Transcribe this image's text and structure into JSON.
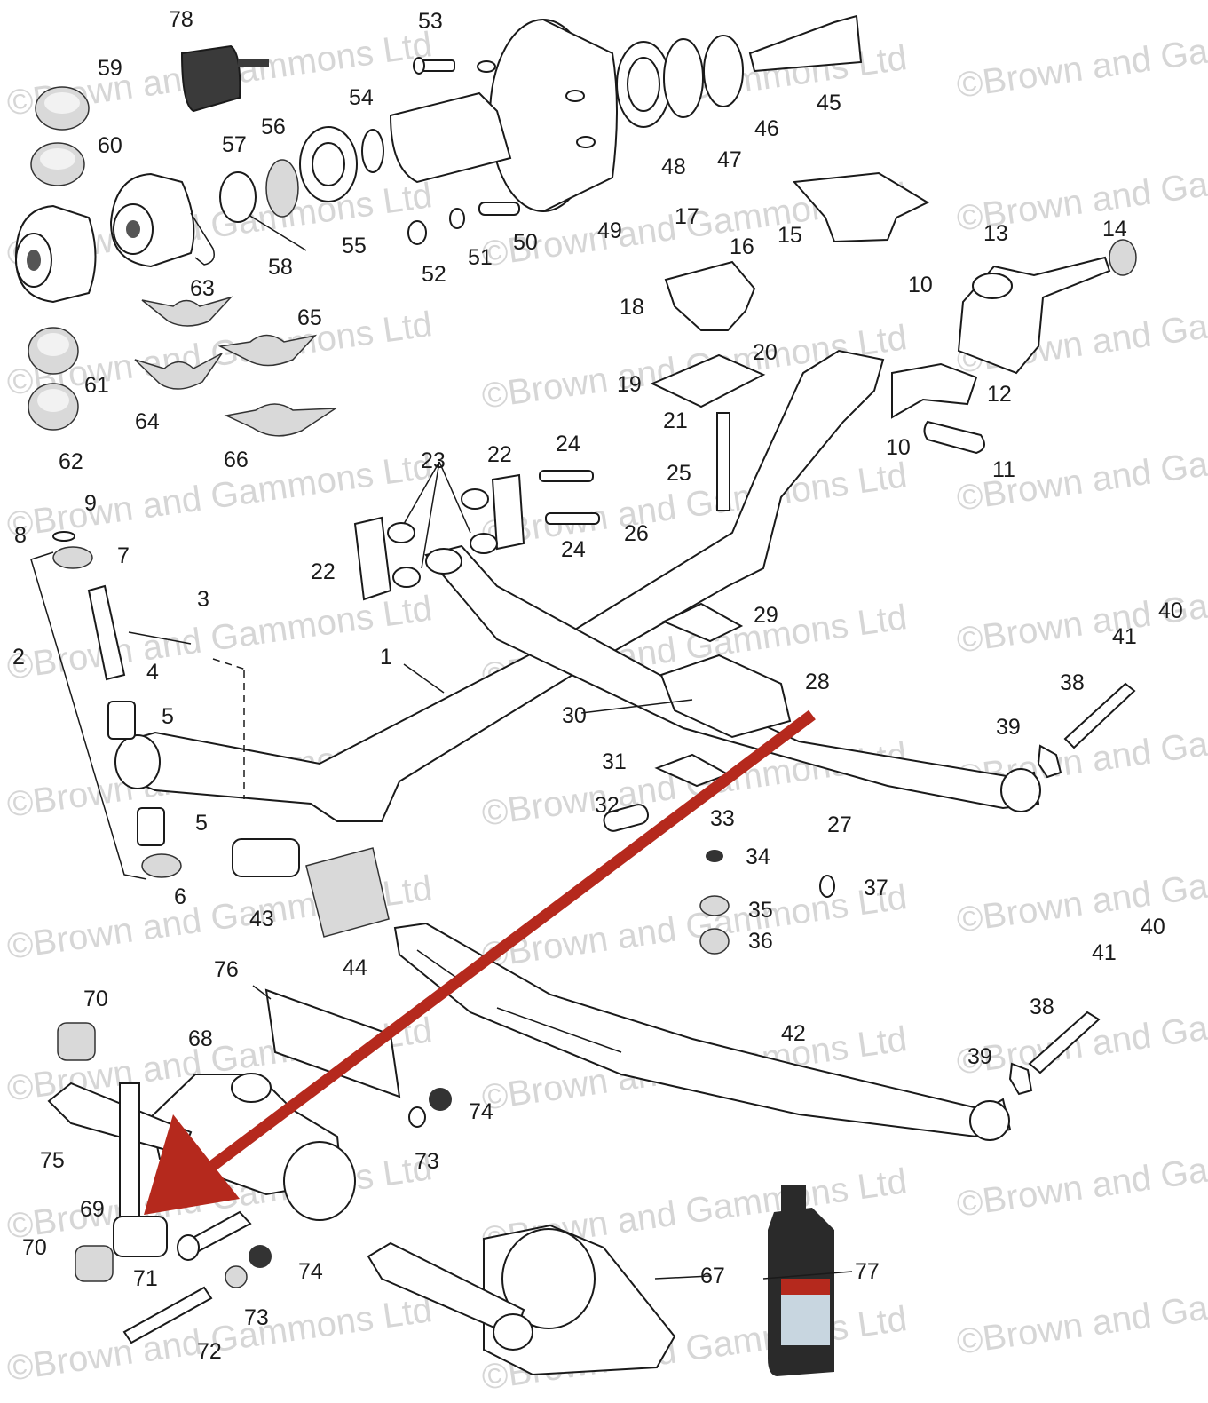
{
  "diagram": {
    "watermark_text": "©Brown and Gammons Ltd",
    "arrow_color": "#b5291d",
    "oil_bottle_color": "#2a2a2a",
    "labels": [
      "1",
      "2",
      "3",
      "4",
      "5",
      "5",
      "6",
      "7",
      "8",
      "9",
      "10",
      "10",
      "11",
      "12",
      "13",
      "14",
      "15",
      "16",
      "17",
      "18",
      "19",
      "20",
      "21",
      "22",
      "22",
      "23",
      "24",
      "24",
      "25",
      "26",
      "27",
      "28",
      "29",
      "30",
      "31",
      "32",
      "33",
      "34",
      "35",
      "36",
      "37",
      "38",
      "38",
      "39",
      "39",
      "40",
      "40",
      "41",
      "41",
      "42",
      "43",
      "44",
      "45",
      "46",
      "47",
      "48",
      "49",
      "50",
      "51",
      "52",
      "53",
      "54",
      "55",
      "56",
      "57",
      "58",
      "59",
      "60",
      "61",
      "62",
      "63",
      "64",
      "65",
      "66",
      "67",
      "68",
      "69",
      "70",
      "70",
      "71",
      "72",
      "73",
      "73",
      "74",
      "74",
      "75",
      "76",
      "77",
      "78"
    ]
  }
}
